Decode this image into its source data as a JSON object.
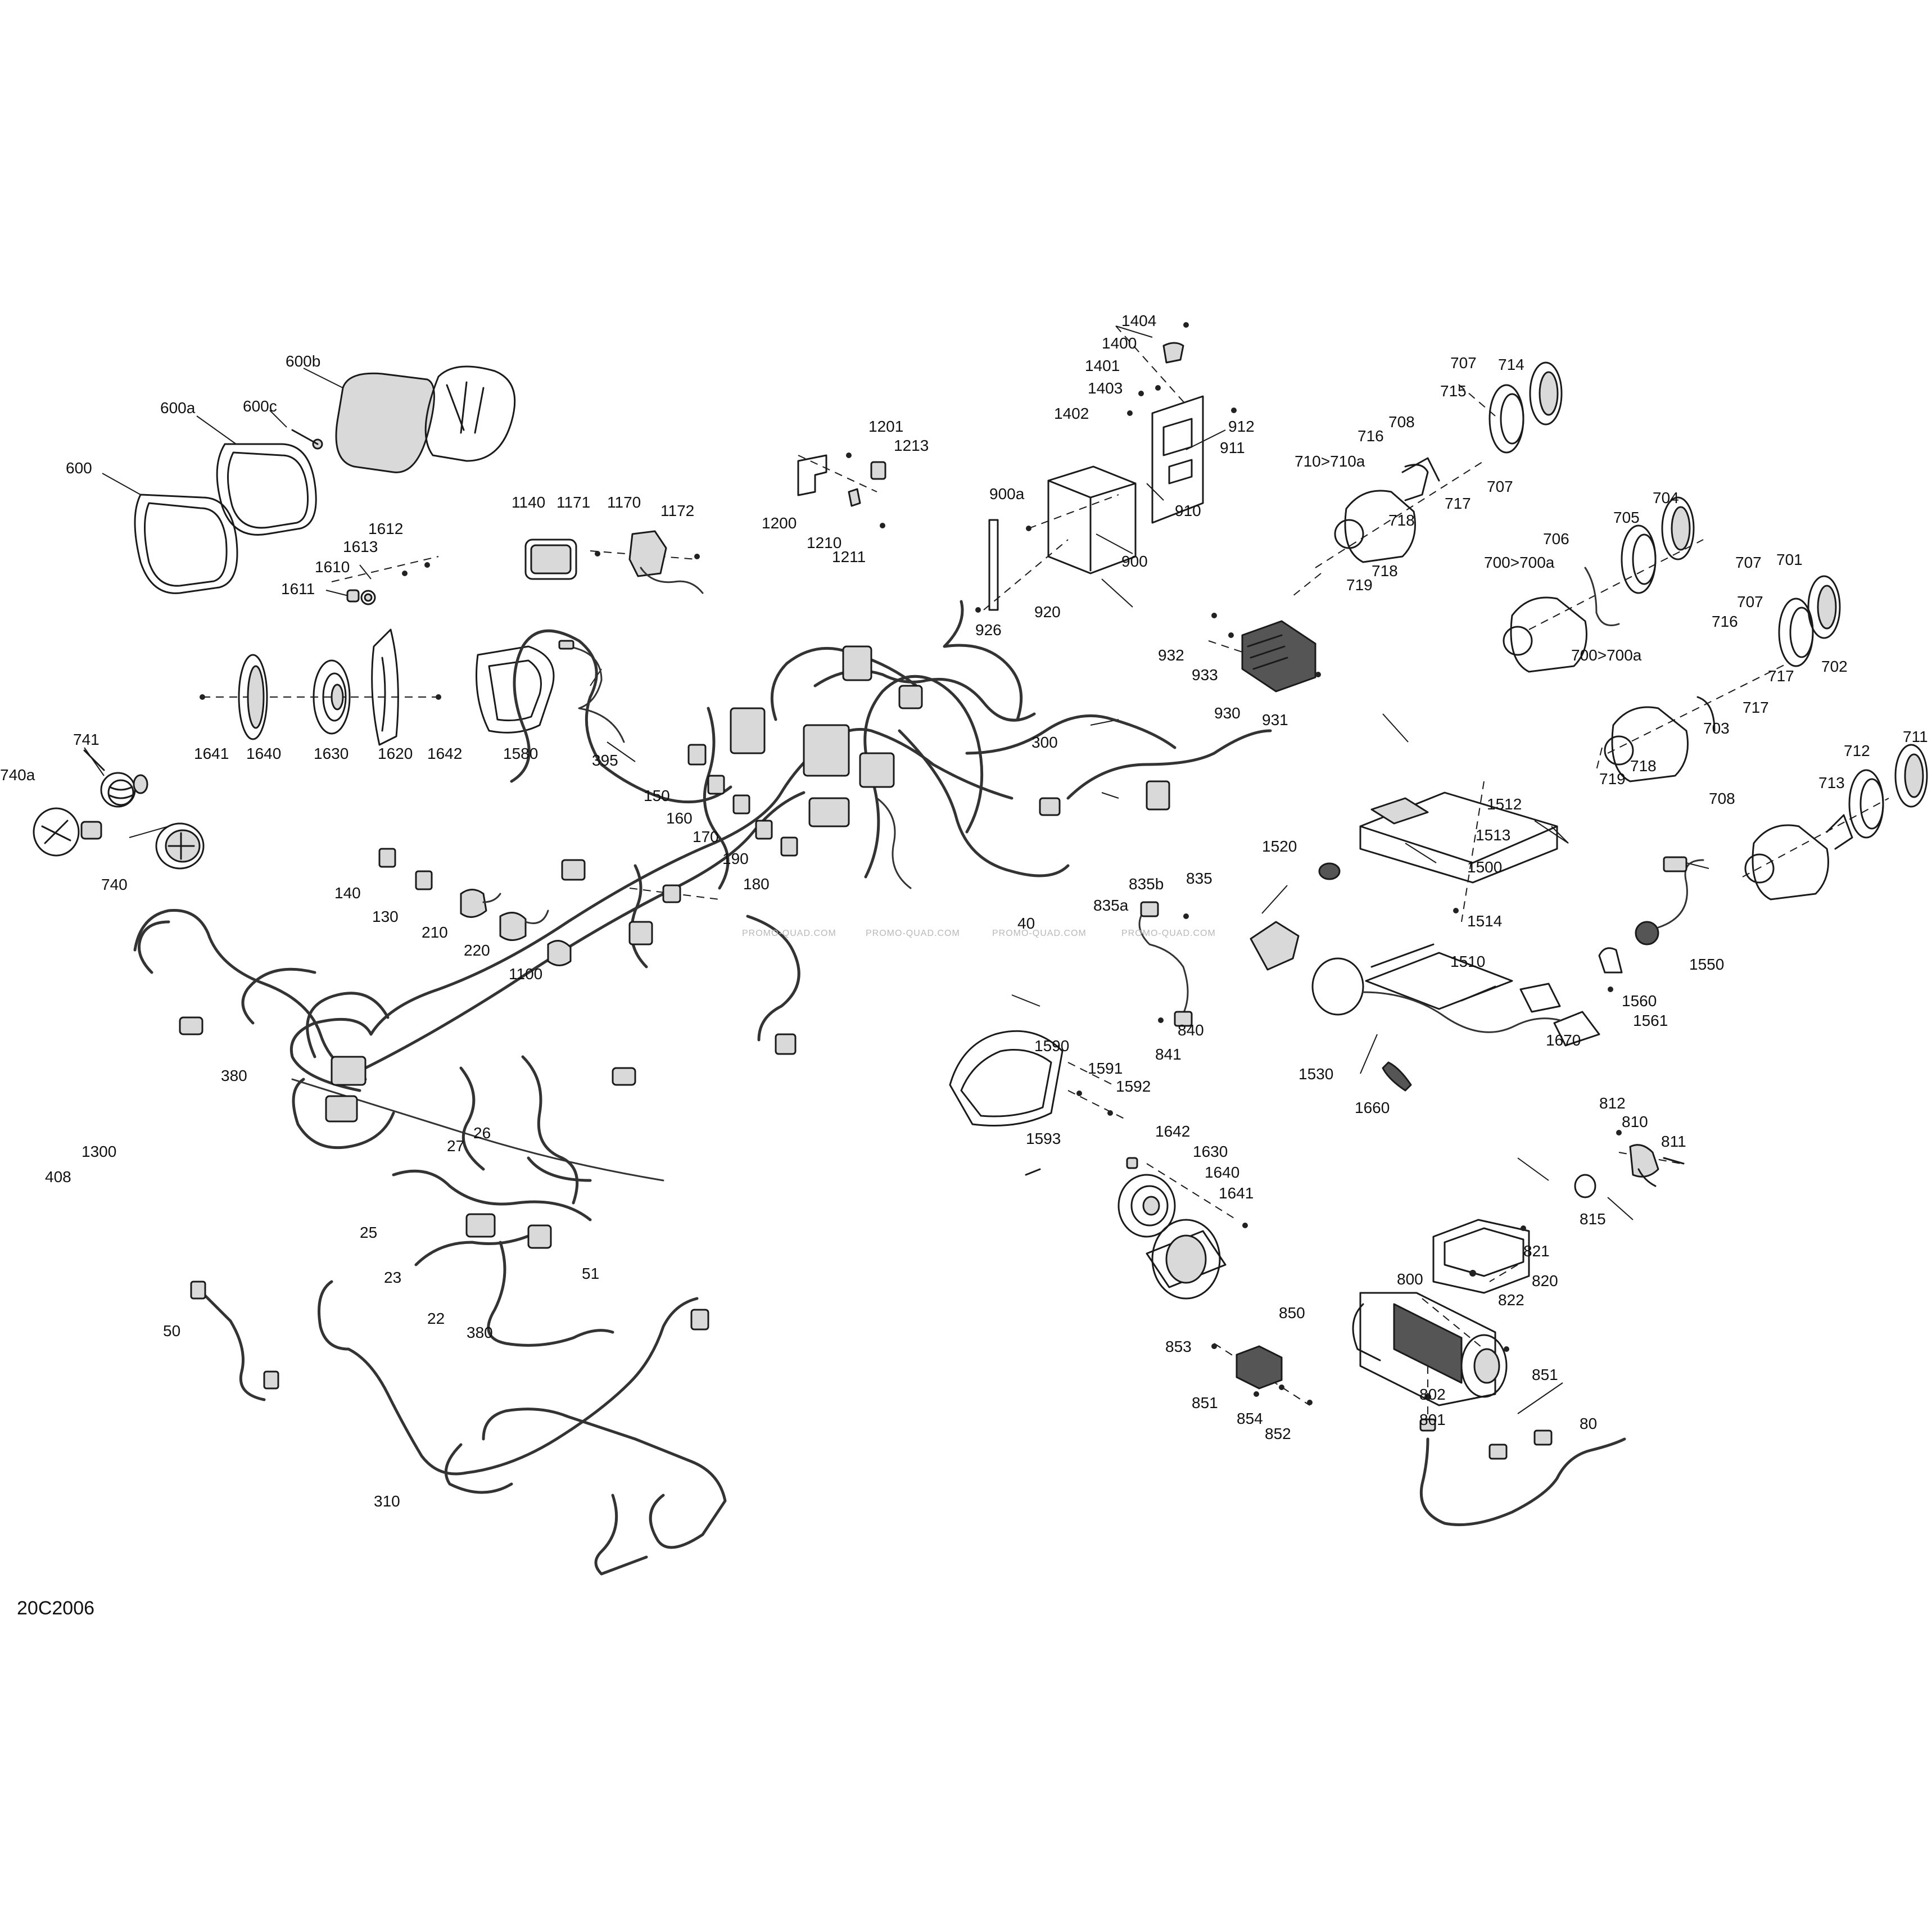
{
  "diagram": {
    "code": "20C2006",
    "watermark": "PROMO-QUAD.COM",
    "callouts": [
      "600",
      "600a",
      "600b",
      "600c",
      "1611",
      "1610",
      "1613",
      "1612",
      "1641",
      "1640",
      "1630",
      "1620",
      "1642",
      "1580",
      "395",
      "741",
      "740a",
      "740",
      "1140",
      "1171",
      "1170",
      "1172",
      "1201",
      "1213",
      "1200",
      "1210",
      "1211",
      "150",
      "160",
      "170",
      "190",
      "180",
      "140",
      "130",
      "210",
      "220",
      "1100",
      "300",
      "40",
      "380",
      "1300",
      "408",
      "27",
      "26",
      "25",
      "23",
      "22",
      "51",
      "50",
      "310",
      "1404",
      "1400",
      "1401",
      "1403",
      "1402",
      "912",
      "911",
      "910",
      "900a",
      "900",
      "920",
      "926",
      "932",
      "933",
      "930",
      "931",
      "707",
      "714",
      "715",
      "716",
      "708",
      "710>710a",
      "717",
      "718",
      "719",
      "705",
      "704",
      "706",
      "700>700a",
      "701",
      "702",
      "703",
      "712",
      "711",
      "713",
      "1512",
      "1513",
      "1500",
      "1520",
      "1514",
      "1510",
      "835b",
      "835",
      "835a",
      "840",
      "841",
      "1550",
      "1560",
      "1561",
      "1670",
      "1530",
      "1660",
      "1590",
      "1591",
      "1592",
      "1593",
      "1642",
      "1630",
      "1640",
      "1641",
      "812",
      "810",
      "811",
      "815",
      "821",
      "820",
      "822",
      "800",
      "851",
      "802",
      "801",
      "80",
      "850",
      "853",
      "851",
      "854",
      "852"
    ]
  }
}
